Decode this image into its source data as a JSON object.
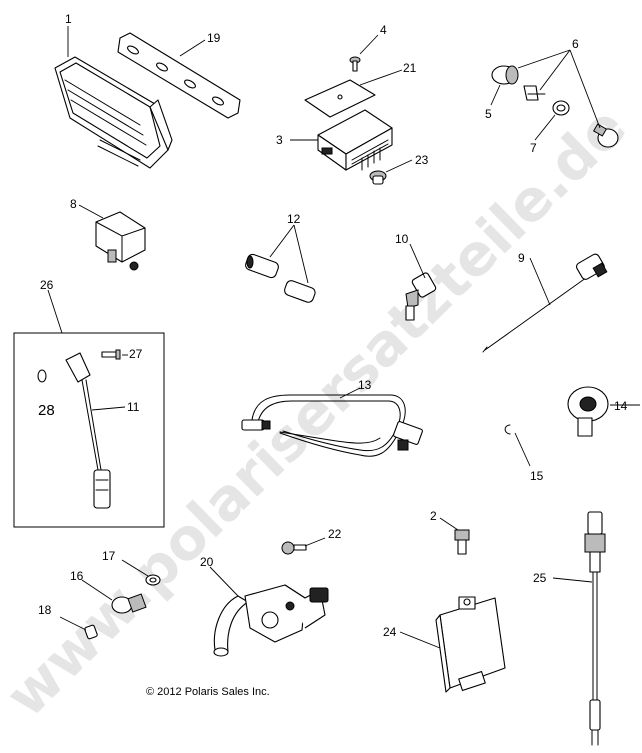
{
  "watermark": "www.polarisersatzteile.de",
  "copyright": "© 2012 Polaris Sales Inc.",
  "callouts": {
    "n1": "1",
    "n2": "2",
    "n3": "3",
    "n4": "4",
    "n5": "5",
    "n6": "6",
    "n7": "7",
    "n8": "8",
    "n9": "9",
    "n10": "10",
    "n11": "11",
    "n12": "12",
    "n13": "13",
    "n14": "14",
    "n15": "15",
    "n16": "16",
    "n17": "17",
    "n18": "18",
    "n19": "19",
    "n20": "20",
    "n21": "21",
    "n22": "22",
    "n23": "23",
    "n24": "24",
    "n25": "25",
    "n26": "26",
    "n27": "27",
    "n28": "28"
  }
}
